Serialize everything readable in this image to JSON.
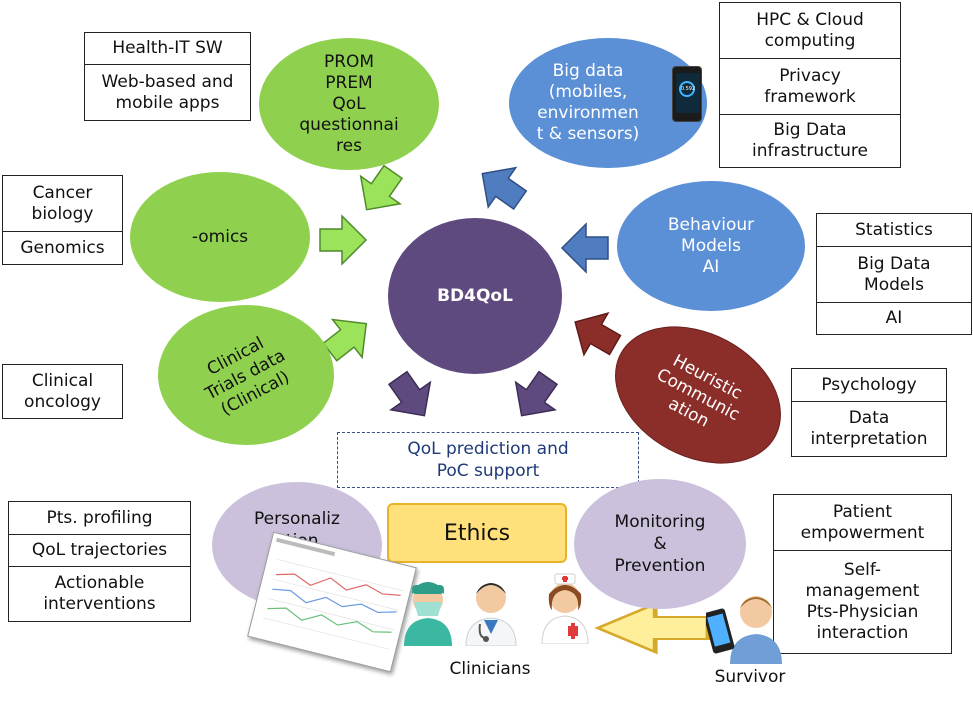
{
  "center": {
    "label": "BD4QoL"
  },
  "sources": {
    "prom": "PROM\nPREM\nQoL\nquestionnai\nres",
    "big_data": "Big data\n(mobiles,\nenvironmen\nt & sensors)",
    "omics": "-omics",
    "behaviour": "Behaviour\nModels\nAI",
    "clinical_trials": "Clinical\nTrials data\n(Clinical)",
    "heuristic": "Heuristic\nCommunic\nation"
  },
  "boxes": {
    "health_it": [
      "Health-IT SW",
      "Web-based and\nmobile apps"
    ],
    "hpc": [
      "HPC & Cloud\ncomputing",
      "Privacy\nframework",
      "Big Data\ninfrastructure"
    ],
    "cancer": [
      "Cancer\nbiology",
      "Genomics"
    ],
    "statistics": [
      "Statistics",
      "Big Data\nModels",
      "AI"
    ],
    "clinical_oncology": [
      "Clinical\noncology"
    ],
    "psychology": [
      "Psychology",
      "Data\ninterpretation"
    ],
    "profiling": [
      "Pts. profiling",
      "QoL trajectories",
      "Actionable\ninterventions"
    ],
    "empowerment": [
      "Patient\nempowerment",
      "Self-\nmanagement\nPts-Physician\ninteraction"
    ]
  },
  "qol_prediction": "QoL prediction and\nPoC support",
  "outcomes": {
    "personalization": "Personaliz\nation",
    "ethics": "Ethics",
    "monitoring": "Monitoring\n&\nPrevention"
  },
  "people": {
    "clinicians": "Clinicians",
    "survivor": "Survivor"
  },
  "phone_display": "0.592",
  "colors": {
    "green": "#8fd14f",
    "blue": "#5b8fd6",
    "purple": "#5e4a7e",
    "maroon": "#8b2e2a",
    "lavender": "#cbc1dc",
    "ethics_yellow": "#ffe07a",
    "arrow_green": "#9be35a",
    "arrow_blue": "#4f7dbf"
  }
}
